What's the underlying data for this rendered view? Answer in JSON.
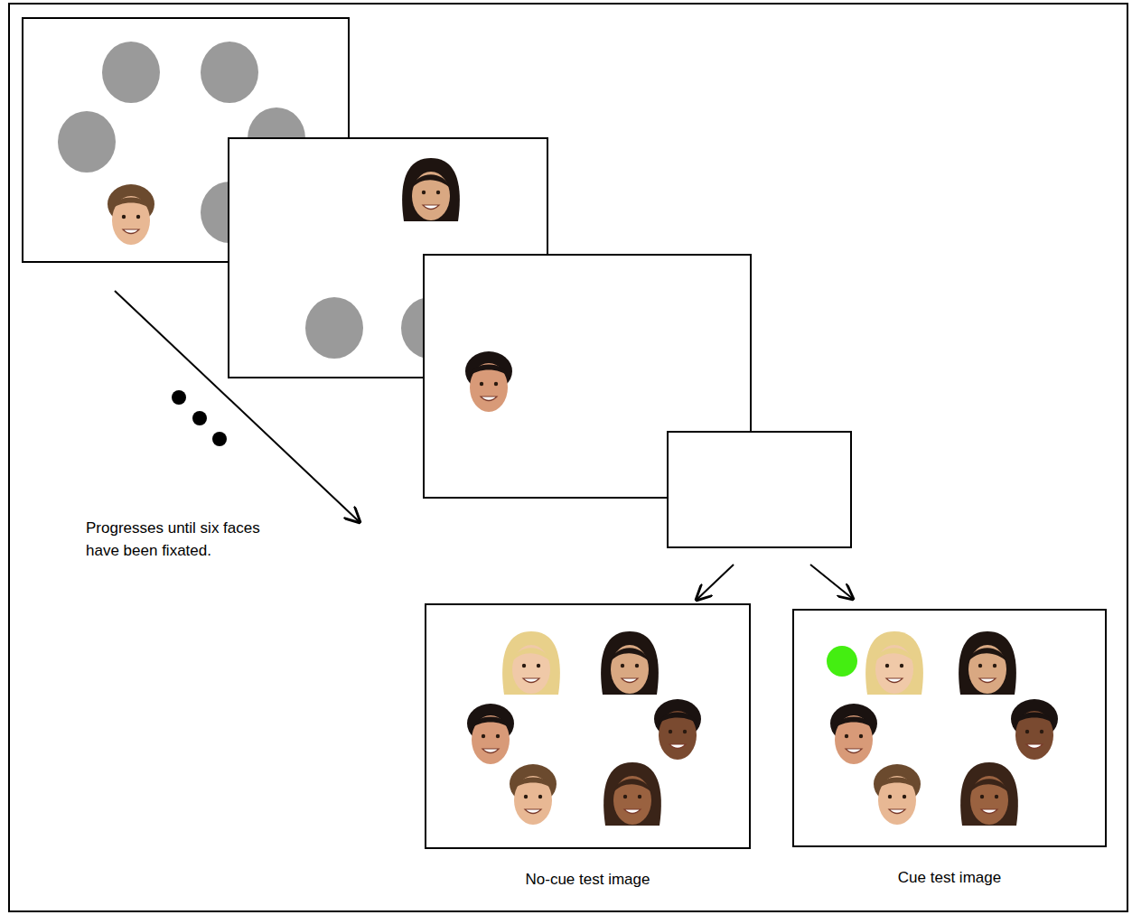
{
  "diagram": {
    "nodes": [
      {
        "text": [
          "No-cue test image"
        ]
      },
      {
        "text": [
          "Cue test image"
        ]
      }
    ],
    "labels": [
      "Progresses until six faces have been fixated."
    ]
  }
}
